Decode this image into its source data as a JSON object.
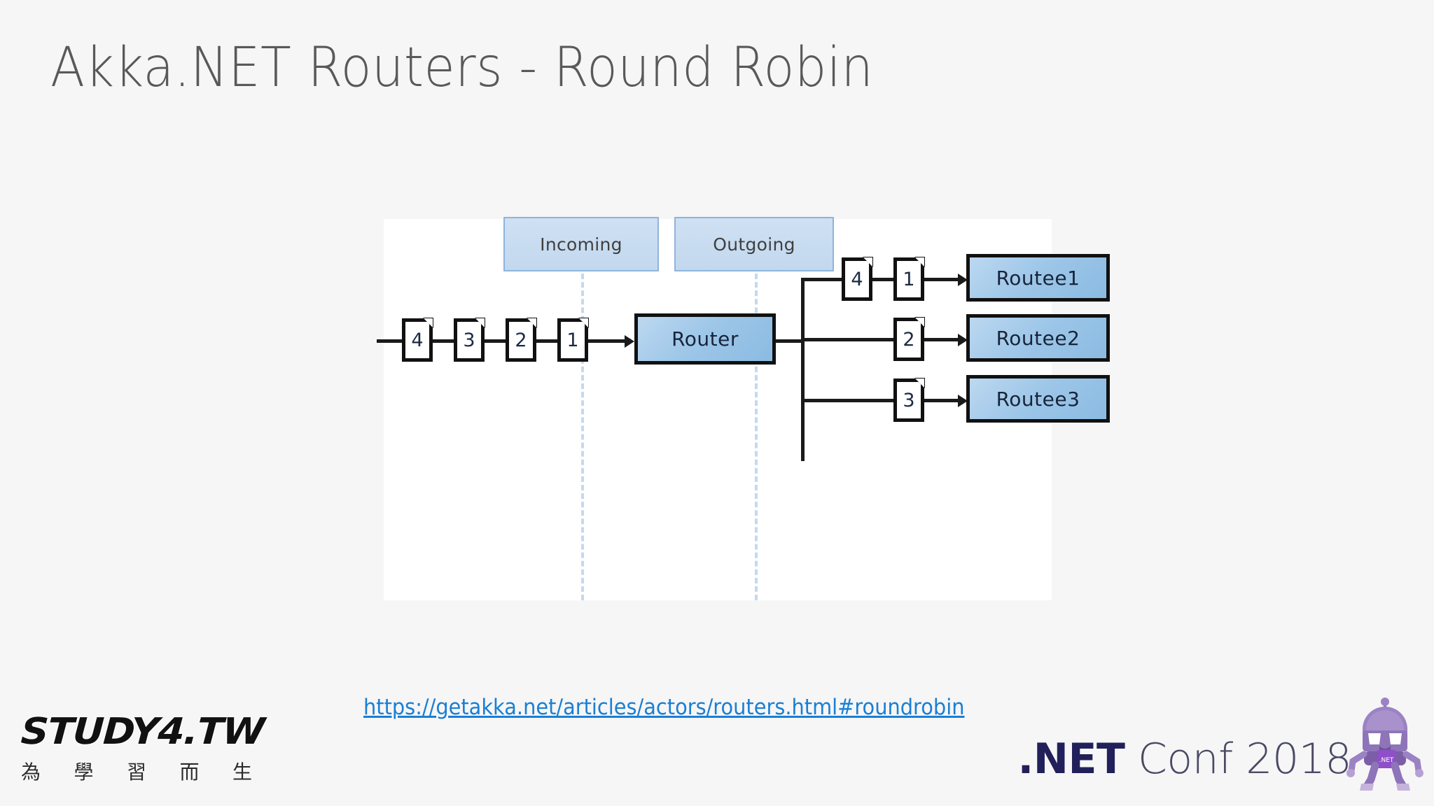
{
  "slide": {
    "title": "Akka.NET Routers - Round Robin",
    "title_color": "#595959",
    "background_color": "#f6f6f6"
  },
  "diagram": {
    "panel_background": "#ffffff",
    "lanes": [
      {
        "id": "incoming",
        "label": "Incoming"
      },
      {
        "id": "outgoing",
        "label": "Outgoing"
      }
    ],
    "incoming_messages": [
      {
        "label": "4"
      },
      {
        "label": "3"
      },
      {
        "label": "2"
      },
      {
        "label": "1"
      }
    ],
    "router": {
      "label": "Router"
    },
    "routees": [
      {
        "label": "Routee1",
        "messages": [
          {
            "label": "4"
          },
          {
            "label": "1"
          }
        ]
      },
      {
        "label": "Routee2",
        "messages": [
          {
            "label": "2"
          }
        ]
      },
      {
        "label": "Routee3",
        "messages": [
          {
            "label": "3"
          }
        ]
      }
    ],
    "colors": {
      "lane_fill": "#c8dcf0",
      "lane_border": "#8fb4da",
      "actor_fill": "#9dc6e8",
      "actor_border": "#111111",
      "connector": "#1a1a1a",
      "divider": "#c3d9ef"
    }
  },
  "reference": {
    "url_text": "https://getakka.net/articles/actors/routers.html#roundrobin",
    "url_color": "#1a7fd4"
  },
  "footer": {
    "study4": {
      "wordmark": "STUDY4.TW",
      "tagline": [
        "為",
        "學",
        "習",
        "而",
        "生"
      ]
    },
    "netconf": {
      "brand": ".NET",
      "rest": " Conf 2018",
      "brand_color": "#22205a",
      "rest_color": "#4a4a66",
      "mascot_color": "#7b5ea7"
    }
  }
}
